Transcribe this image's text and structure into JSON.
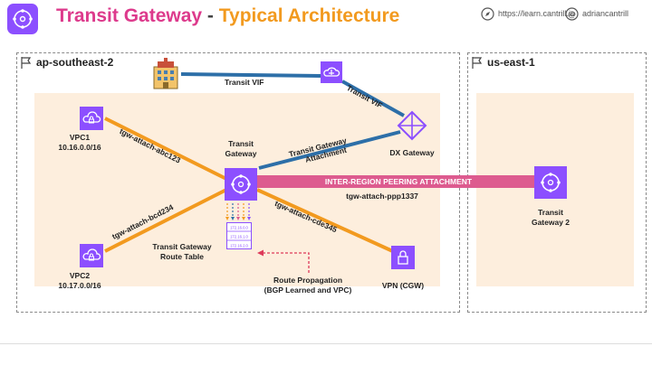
{
  "header": {
    "title_part1": "Transit Gateway",
    "title_sep": " - ",
    "title_part2": "Typical Architecture",
    "website": "https://learn.cantrill.io",
    "social": "adriancantrill",
    "icons": [
      "transit-gateway-icon",
      "compass-icon",
      "at-sign-icon"
    ]
  },
  "regions": {
    "left": {
      "name": "ap-southeast-2"
    },
    "right": {
      "name": "us-east-1"
    }
  },
  "nodes": {
    "vpc1": {
      "name": "VPC1",
      "cidr": "10.16.0.0/16"
    },
    "vpc2": {
      "name": "VPC2",
      "cidr": "10.17.0.0/16"
    },
    "tgw": {
      "label_line1": "Transit",
      "label_line2": "Gateway"
    },
    "route_table": {
      "label_line1": "Transit Gateway",
      "label_line2": "Route Table",
      "entries": [
        "172.16.0.0",
        "172.16.1.0",
        "172.16.2.0"
      ]
    },
    "dx_gateway": {
      "label": "DX Gateway"
    },
    "vpn": {
      "label": "VPN (CGW)"
    },
    "tgw2": {
      "label_line1": "Transit",
      "label_line2": "Gateway 2"
    },
    "route_propagation": {
      "line1": "Route Propagation",
      "line2": "(BGP Learned and VPC)"
    }
  },
  "links": {
    "vif1": "Transit VIF",
    "vif2": "Transit VIF",
    "tgw_attach_dx_line1": "Transit Gateway",
    "tgw_attach_dx_line2": "Attachment",
    "attach_vpc1": "tgw-attach-abc123",
    "attach_vpc2": "tgw-attach-bcd234",
    "attach_vpn": "tgw-attach-cde345",
    "peering": "INTER-REGION PEERING ATTACHMENT",
    "peering_attach": "tgw-attach-ppp1337"
  },
  "colors": {
    "pink": "#dd5b8f",
    "orange": "#f29a1f",
    "blue": "#2d6fa8",
    "purple": "#8c4fff",
    "region_fill": "#fdeedd"
  }
}
